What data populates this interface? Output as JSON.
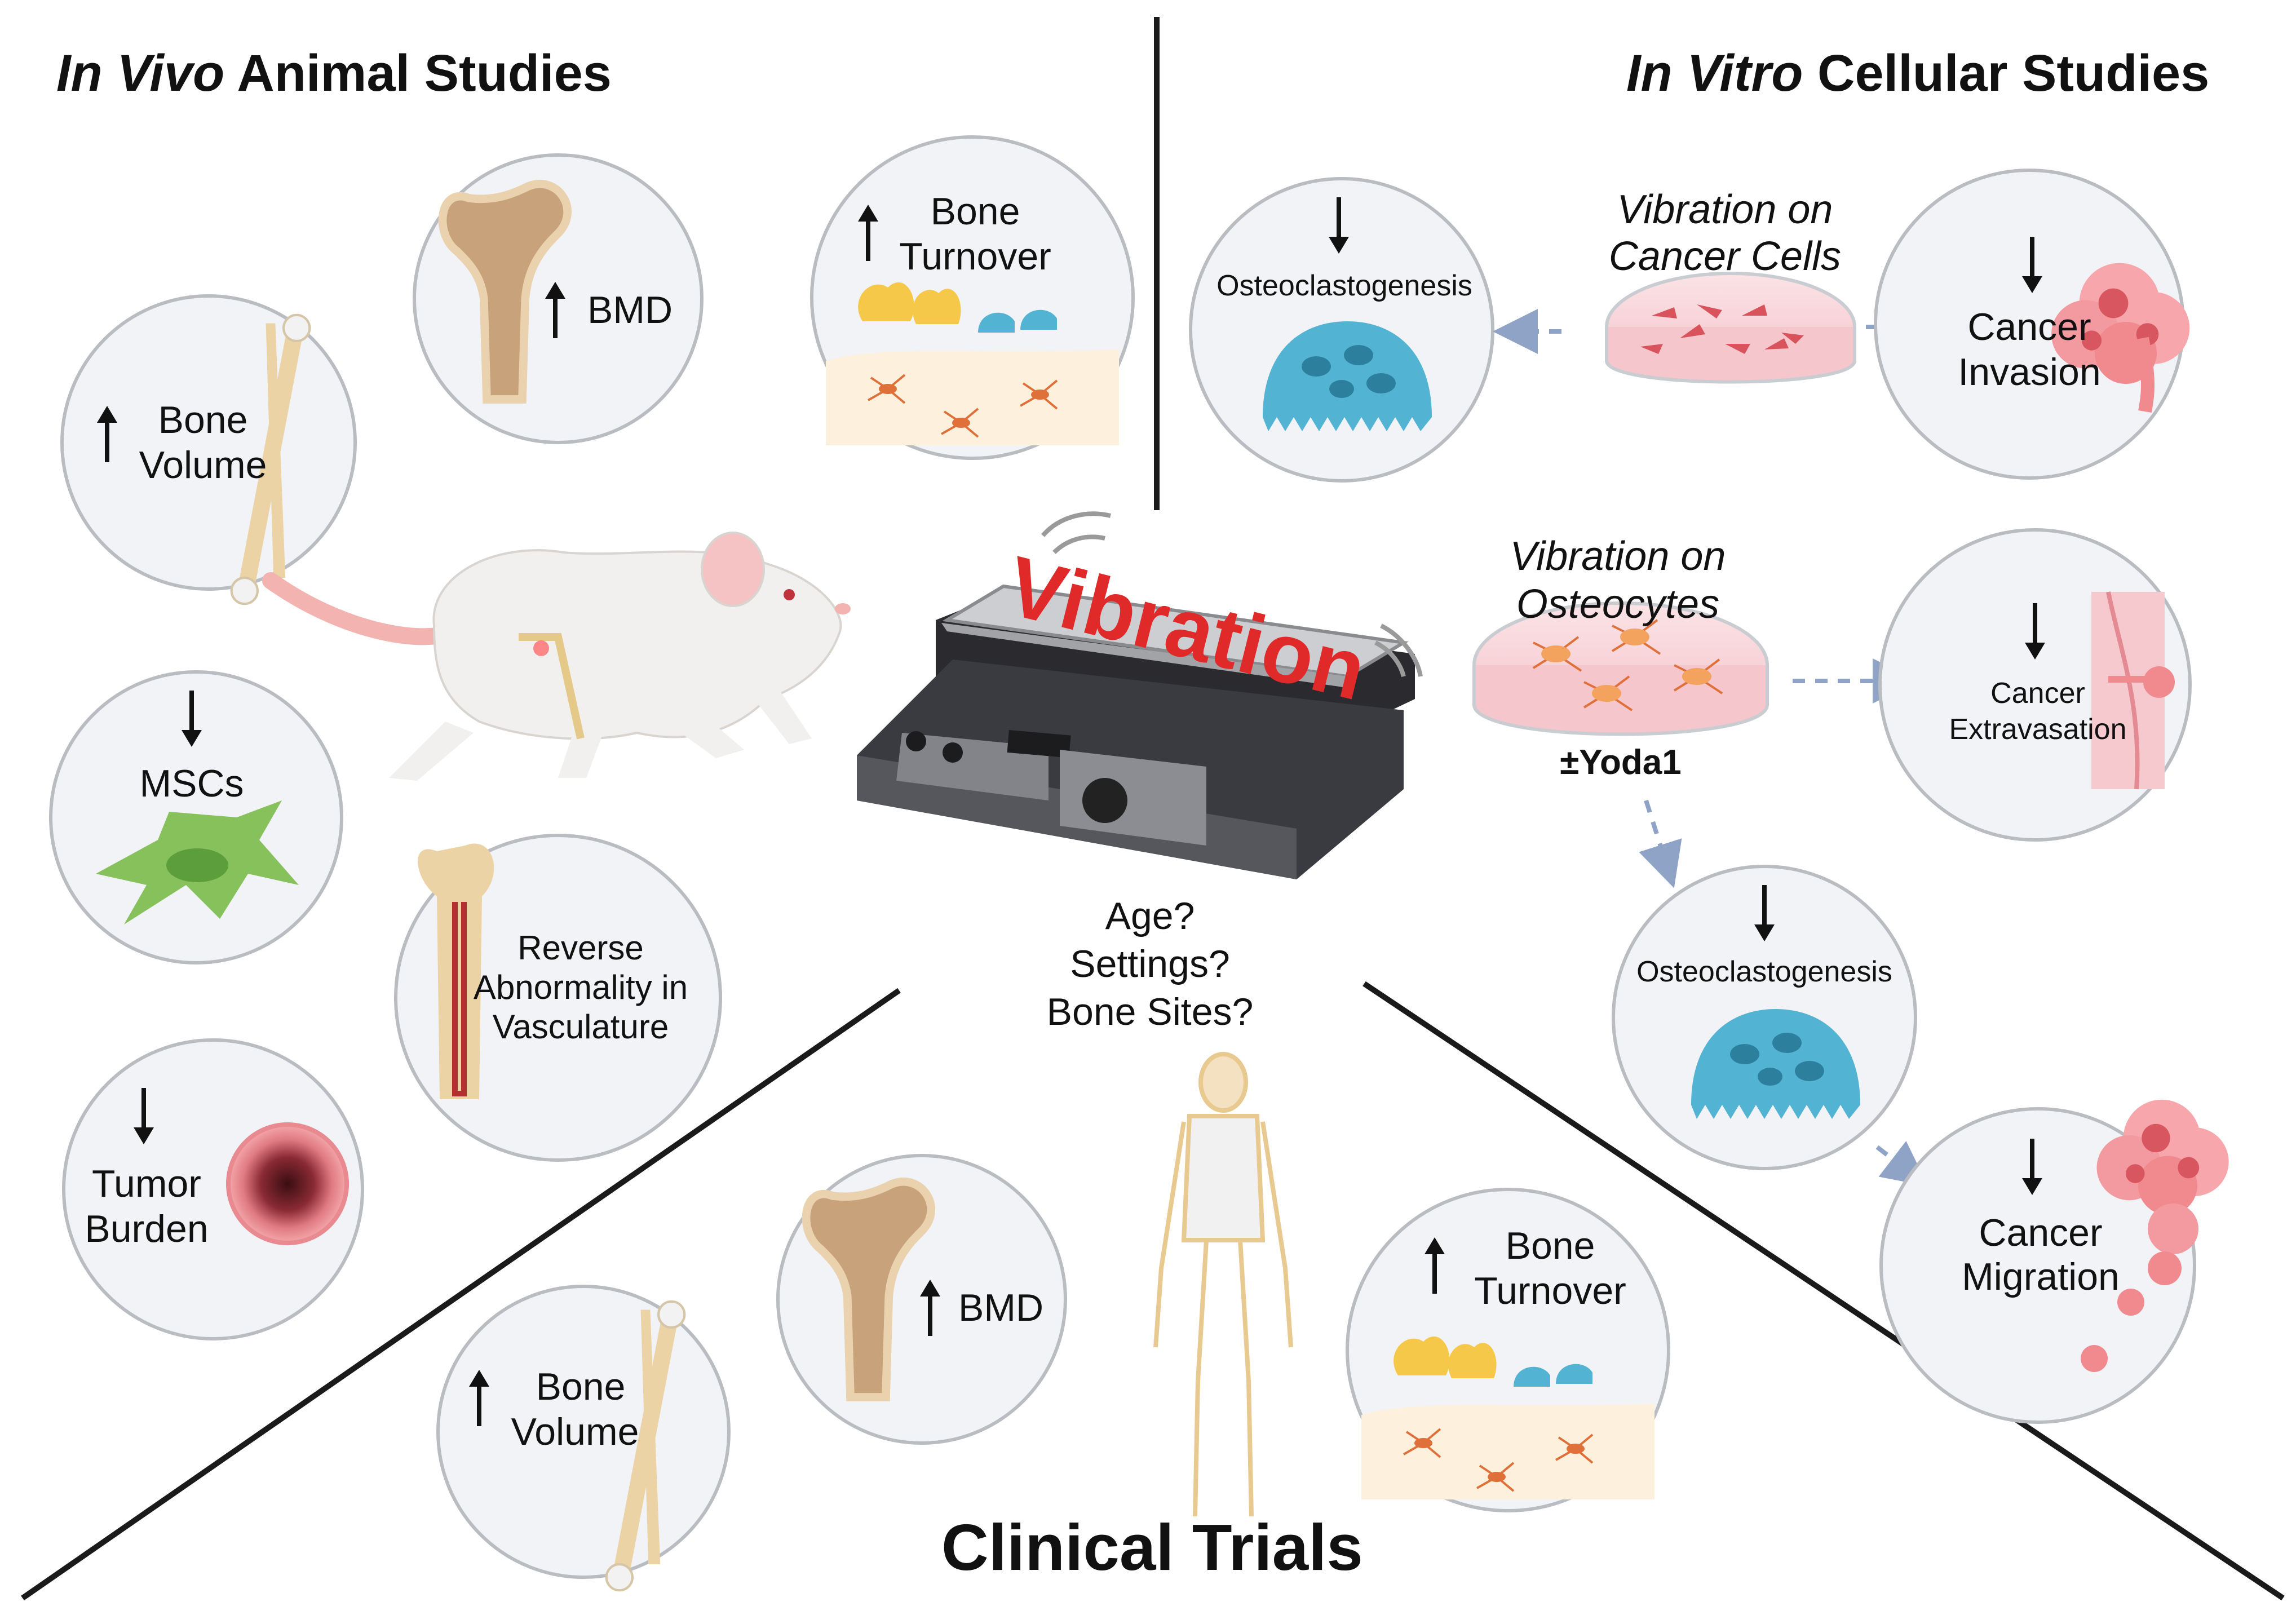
{
  "headings": {
    "in_vivo_italic": "In Vivo",
    "in_vivo_rest": " Animal Studies",
    "in_vitro_italic": "In Vitro",
    "in_vitro_rest": " Cellular Studies",
    "clinical": "Clinical Trials"
  },
  "center": {
    "vibration": "Vibration",
    "q_age": "Age?",
    "q_settings": "Settings?",
    "q_sites": "Bone Sites?"
  },
  "in_vivo": {
    "bmd": "BMD",
    "bone_turnover_1": "Bone",
    "bone_turnover_2": "Turnover",
    "bone_volume_1": "Bone",
    "bone_volume_2": "Volume",
    "mscs": "MSCs",
    "vasc_1": "Reverse",
    "vasc_2": "Abnormality in",
    "vasc_3": "Vasculature",
    "tumor_1": "Tumor",
    "tumor_2": "Burden"
  },
  "in_vitro": {
    "vib_cancer_1": "Vibration on",
    "vib_cancer_2": "Cancer Cells",
    "osteoclasto_1": "Osteoclastogenesis",
    "invasion_1": "Cancer",
    "invasion_2": "Invasion",
    "vib_osteo_1": "Vibration on",
    "vib_osteo_2": "Osteocytes",
    "yoda": "±Yoda1",
    "extrav_1": "Cancer",
    "extrav_2": "Extravasation",
    "osteoclasto_2": "Osteoclastogenesis",
    "migration_1": "Cancer",
    "migration_2": "Migration"
  },
  "clinical": {
    "bone_volume_1": "Bone",
    "bone_volume_2": "Volume",
    "bmd": "BMD",
    "bone_turnover_1": "Bone",
    "bone_turnover_2": "Turnover"
  },
  "colors": {
    "circle_fill": "#f1f3f7",
    "circle_stroke": "#b9bcc1",
    "bone": "#ecd3a6",
    "bone_marrow": "#c8a77a",
    "osteoclast": "#52b3d3",
    "mscs": "#86c15c",
    "cancer": "#f08a8f",
    "vibration_text": "#e02a2a",
    "dash_arrow": "#8fa3c6"
  },
  "icons": [
    "up-arrow-icon",
    "down-arrow-icon",
    "femur-icon",
    "long-bone-icon",
    "osteoclast-icon",
    "osteoblast-icon",
    "osteocyte-icon",
    "mouse-icon",
    "shaker-icon",
    "skeleton-icon",
    "petri-dish-icon",
    "cancer-cluster-icon",
    "blood-vessel-icon",
    "msc-cell-icon",
    "tumor-icon"
  ]
}
